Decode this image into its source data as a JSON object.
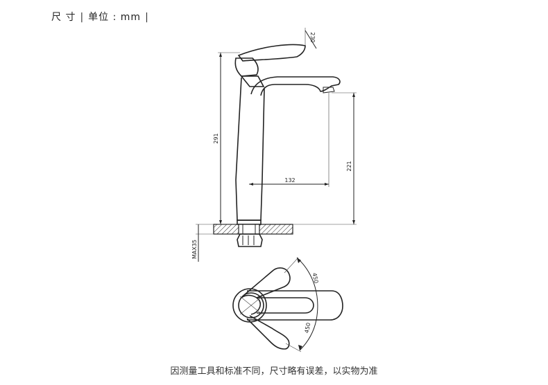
{
  "header": {
    "label": "尺 寸",
    "unit": "单位 : mm"
  },
  "dimensions": {
    "total_height": "291",
    "spout_height": "221",
    "spout_reach": "132",
    "handle_angle": "230",
    "max_thickness": "MAX35",
    "rotation_top": "450",
    "rotation_bottom": "450"
  },
  "footer": {
    "note": "因测量工具和标准不同，尺寸略有误差，以实物为准"
  }
}
